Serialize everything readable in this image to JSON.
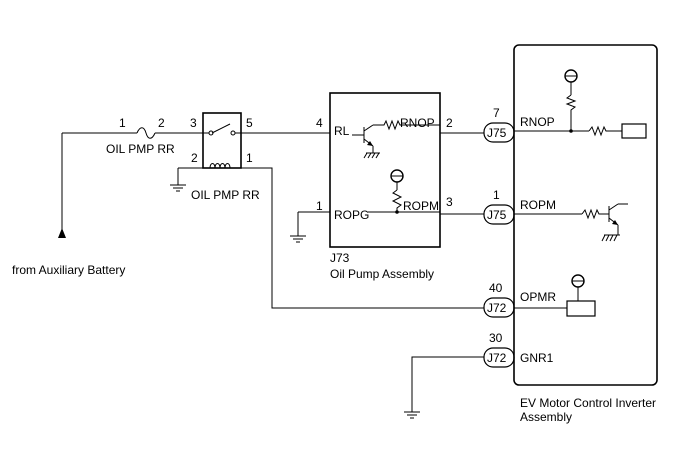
{
  "fuse": {
    "pin_in": "1",
    "pin_out": "2",
    "name": "OIL PMP RR"
  },
  "relay": {
    "pin_3": "3",
    "pin_5": "5",
    "pin_2": "2",
    "pin_1": "1",
    "name": "OIL PMP RR"
  },
  "source": {
    "label": "from Auxiliary Battery"
  },
  "pump": {
    "id": "J73",
    "name": "Oil Pump Assembly",
    "pin_rl": "4",
    "rl": "RL",
    "rnop_label": "RNOP",
    "rnop_pin": "2",
    "pin_ropg": "1",
    "ropg": "ROPG",
    "ropm_label": "ROPM",
    "ropm_pin": "3"
  },
  "connectors": [
    {
      "id": "J75",
      "pin": "7",
      "signal": "RNOP"
    },
    {
      "id": "J75",
      "pin": "1",
      "signal": "ROPM"
    },
    {
      "id": "J72",
      "pin": "40",
      "signal": "OPMR"
    },
    {
      "id": "J72",
      "pin": "30",
      "signal": "GNR1"
    }
  ],
  "inverter": {
    "name_line1": "EV Motor Control Inverter",
    "name_line2": "Assembly"
  }
}
